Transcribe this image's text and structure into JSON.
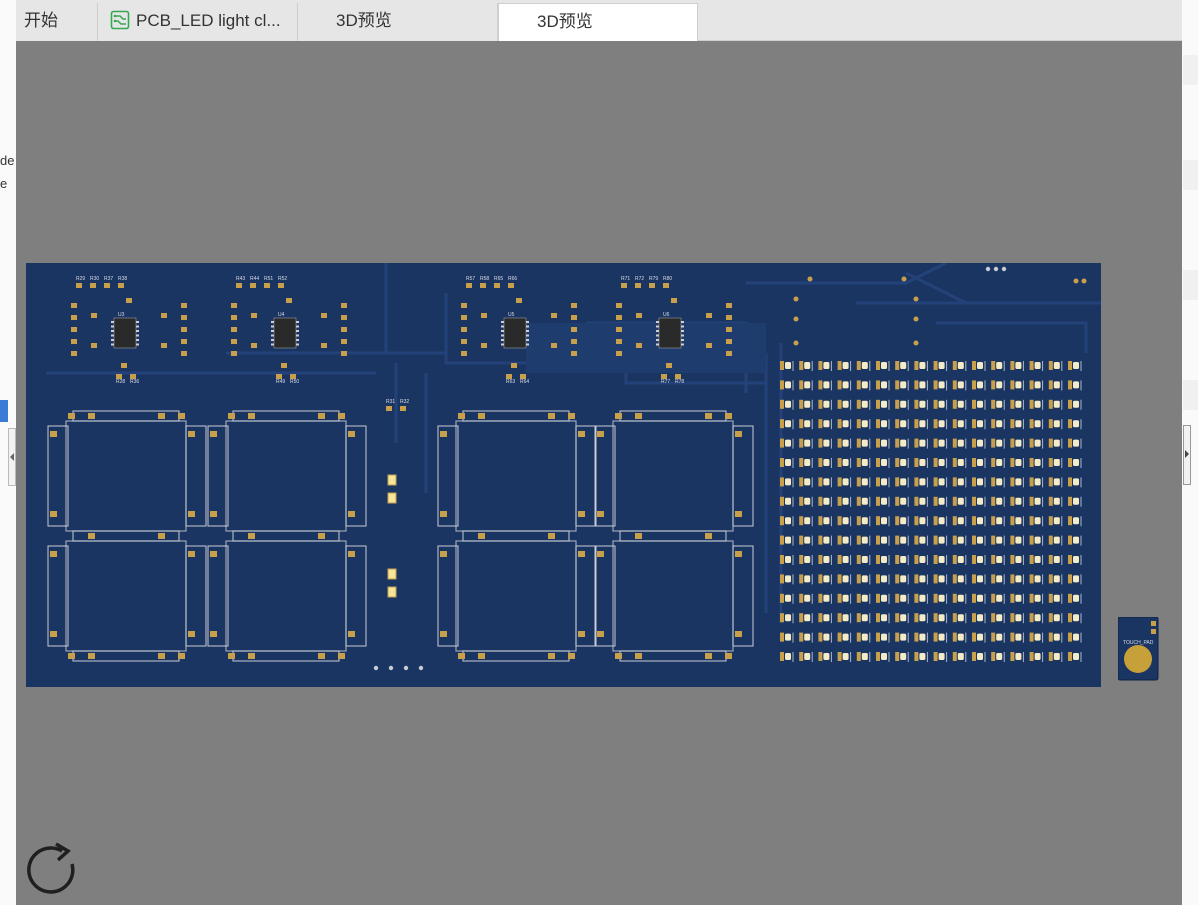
{
  "tabs": [
    {
      "label": "开始",
      "active": false,
      "icon": null
    },
    {
      "label": "PCB_LED light cl...",
      "active": false,
      "icon": "pcb-document-icon"
    },
    {
      "label": "3D预览",
      "active": false,
      "icon": null
    },
    {
      "label": "3D预览",
      "active": true,
      "icon": null
    }
  ],
  "left_panel": {
    "fragment_1": "de",
    "fragment_2": "e"
  },
  "viewport": {
    "background": "#7f7f7f"
  },
  "board": {
    "color": "#1b3562",
    "silk_color": "#d8dce6",
    "pad_color": "#c8a04c",
    "led_color": "#f4ecc8",
    "top_labels": [
      "R29",
      "R30",
      "R37",
      "R38",
      "R43",
      "R44",
      "R51",
      "R52",
      "R57",
      "R58",
      "R65",
      "R66",
      "R71",
      "R72",
      "R79",
      "R80"
    ],
    "ic_labels": [
      "U3",
      "U4",
      "U5",
      "U6"
    ],
    "bottom_labels": [
      "R28",
      "R36",
      "R49",
      "R50",
      "R63",
      "R64",
      "R77",
      "R78"
    ],
    "colon_labels": [
      "R31",
      "R32"
    ],
    "led_matrix": {
      "rows": 16,
      "cols": 16
    }
  },
  "touch_pad": {
    "label": "TOUCH_PAD"
  },
  "controls": {
    "refresh": "refresh-icon"
  }
}
